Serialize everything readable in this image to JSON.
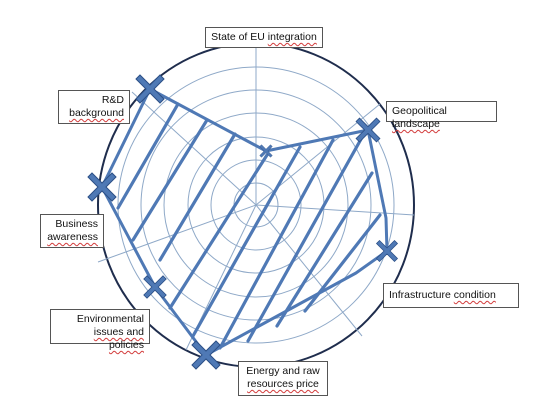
{
  "diagram": {
    "colors": {
      "circle": "#1f2d4d",
      "grid": "#8fa9c8",
      "shape": "#4f79b5",
      "marker": "#4f79b5",
      "marker_outline": "#2b4f86"
    },
    "labels": {
      "state_eu": [
        "State of EU ",
        "integration"
      ],
      "geopolitical": [
        "Geopolitical ",
        "landscape"
      ],
      "infrastructure": [
        "Infrastructure ",
        "condition"
      ],
      "energy": [
        "Energy and raw",
        "resources price"
      ],
      "environmental": [
        "Environmental",
        "issues and policies"
      ],
      "business": [
        "Business",
        "awareness"
      ],
      "rnd": [
        "R&D",
        "background"
      ]
    }
  }
}
